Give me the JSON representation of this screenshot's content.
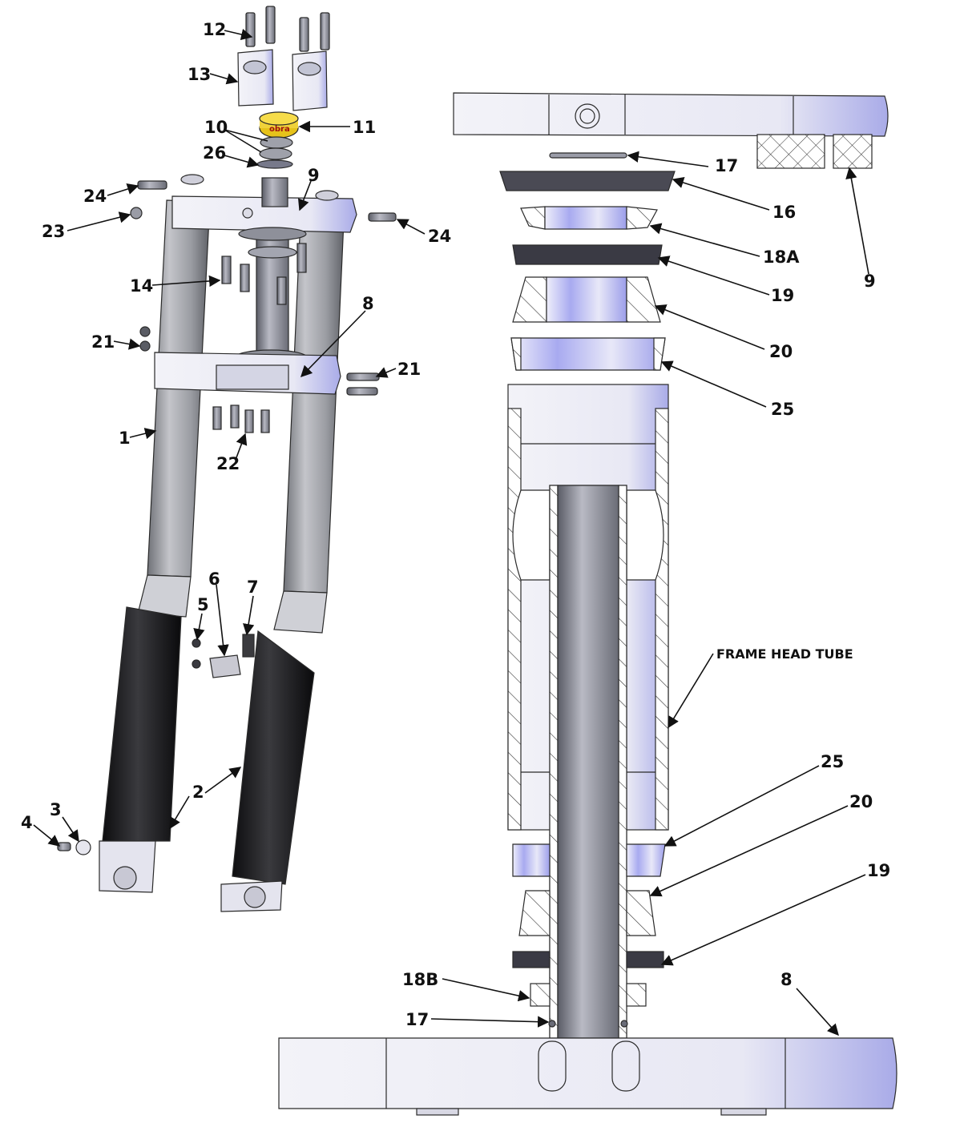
{
  "callouts": {
    "c1": "1",
    "c2": "2",
    "c3": "3",
    "c4": "4",
    "c5": "5",
    "c6": "6",
    "c7": "7",
    "c8": "8",
    "c9": "9",
    "c10": "10",
    "c11": "11",
    "c12": "12",
    "c13": "13",
    "c14": "14",
    "c16": "16",
    "c17": "17",
    "c18a": "18A",
    "c18b": "18B",
    "c19": "19",
    "c20": "20",
    "c21": "21",
    "c22": "22",
    "c23": "23",
    "c24": "24",
    "c25": "25",
    "c26": "26"
  },
  "frame_label": "FRAME HEAD TUBE",
  "cap_logo": "obra",
  "colors": {
    "tube_dark": "#8a8c92",
    "tube_light": "#d8d9de",
    "aluminum_blue": "#c9cbf0",
    "aluminum_light": "#eeeef8",
    "slider_black": "#1a1a1c",
    "cap_gold": "#e6c21a",
    "bearing_dark": "#3a3a44"
  }
}
